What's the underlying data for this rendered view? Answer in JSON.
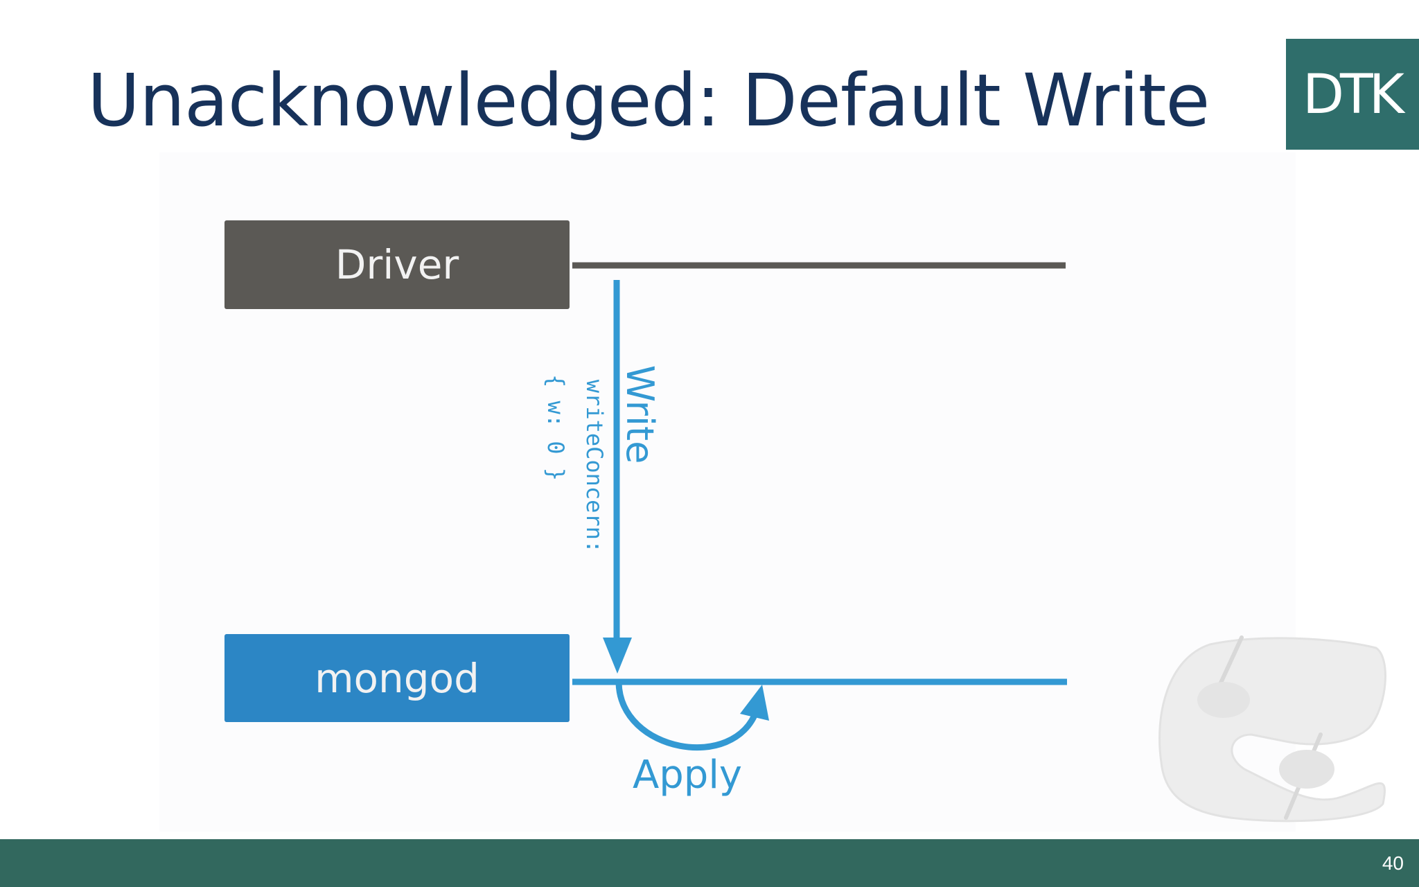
{
  "slide": {
    "title": "Unacknowledged: Default Write",
    "page_number": "40"
  },
  "logo": {
    "text": "DTK",
    "background_color": "#2f6e6b"
  },
  "diagram": {
    "driver_label": "Driver",
    "mongod_label": "mongod",
    "write_label": "Write",
    "write_concern_line1": "writeConcern:",
    "write_concern_line2": "{ w: 0 }",
    "apply_label": "Apply",
    "colors": {
      "driver": "#5b5955",
      "mongod": "#2c86c5",
      "arrow": "#3399d3",
      "title": "#17325a",
      "footer": "#32685e"
    }
  },
  "watermark": {
    "icon": "hands-drawing-icon"
  }
}
